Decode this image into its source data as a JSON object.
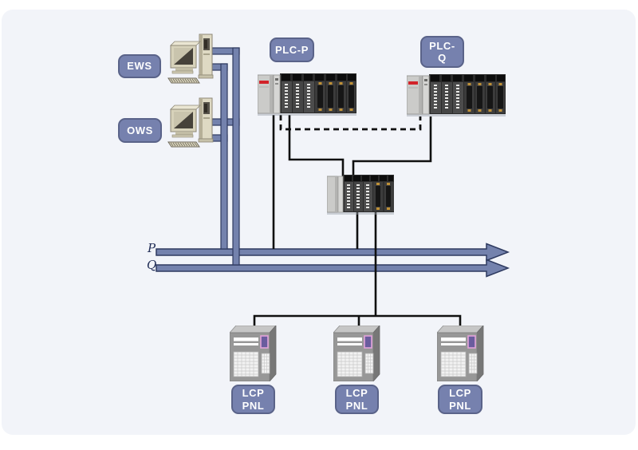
{
  "nodes": {
    "ews": {
      "label": "EWS"
    },
    "ows": {
      "label": "OWS"
    },
    "plc_p": {
      "label": "PLC-P"
    },
    "plc_q": {
      "line1": "PLC-",
      "line2": "Q"
    },
    "lcp_panels": [
      {
        "line1": "LCP",
        "line2": "PNL"
      },
      {
        "line1": "LCP",
        "line2": "PNL"
      },
      {
        "line1": "LCP",
        "line2": "PNL"
      }
    ]
  },
  "buses": {
    "p": {
      "label": "P"
    },
    "q": {
      "label": "Q"
    }
  },
  "icons": {
    "workstation": "desktop-computer-icon",
    "plc_rack": "plc-rack-icon",
    "io_rack": "remote-io-rack-icon",
    "lcp_panel": "control-cabinet-icon",
    "bus_arrow": "right-arrow-bus"
  },
  "colors": {
    "page_bg": "#ffffff",
    "panel_bg": "#f2f4f9",
    "badge_fill": "#7681ae",
    "badge_border": "#5a6389",
    "bus_fill": "#7482ad",
    "bus_border": "#2e3a60",
    "line_black": "#101010",
    "label_ink": "#232f58",
    "plc_red_stripe": "#d2232a",
    "panel_display": "#6a5c9e"
  }
}
